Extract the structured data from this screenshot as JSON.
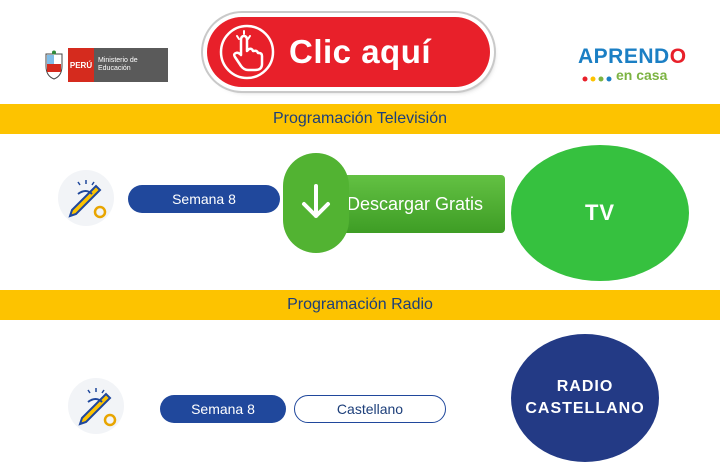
{
  "header": {
    "minedu": {
      "peru": "PERÚ",
      "ministerio": "Ministerio de Educación"
    },
    "clic_button": {
      "label": "Clic aquí",
      "icon": "hand-pointer-icon"
    },
    "aprendo": {
      "line1_a": "APREND",
      "line1_b": "O",
      "line2": "en casa"
    }
  },
  "tv_section": {
    "title": "Programación Televisión",
    "semana_label": "Semana 8",
    "download_label": "Descargar Gratis",
    "download_icon": "arrow-down-icon",
    "circle_label": "TV"
  },
  "radio_section": {
    "title": "Programación Radio",
    "semana_label": "Semana 8",
    "language_label": "Castellano",
    "circle_line1": "RADIO",
    "circle_line2": "CASTELLANO"
  },
  "colors": {
    "accent_red": "#e8202a",
    "band_yellow": "#fdc300",
    "navy": "#20489c",
    "green": "#36c13f"
  }
}
